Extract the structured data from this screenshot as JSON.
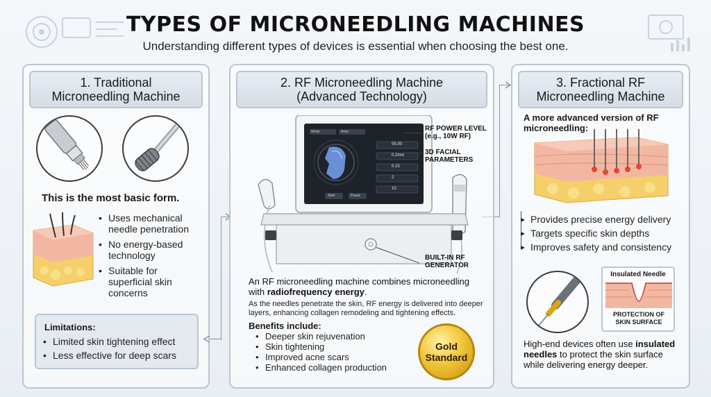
{
  "header": {
    "title": "TYPES OF MICRONEEDLING MACHINES",
    "subtitle": "Understanding different types of devices is essential when choosing the best one."
  },
  "traditional": {
    "title_line1": "1. Traditional",
    "title_line2": "Microneedling Machine",
    "lead": "This is the most basic form.",
    "features": [
      "Uses mechanical needle penetration",
      "No energy-based technology",
      "Suitable for superficial skin concerns"
    ],
    "limitations_title": "Limitations:",
    "limitations": [
      "Limited skin tightening effect",
      "Less effective for deep scars"
    ]
  },
  "rf": {
    "title_line1": "2. RF Microneedling Machine",
    "title_line2": "(Advanced Technology)",
    "callout_power": "RF POWER LEVEL (e.g., 10W RF)",
    "callout_3d": "3D FACIAL PARAMETERS",
    "callout_generator": "BUILT-IN RF GENERATOR",
    "screen": {
      "tab1": "Mode",
      "tab2": "Area",
      "value1": "55.00",
      "value2": "0.2mm",
      "value3": "0.15",
      "value4": "2",
      "value5": "10",
      "btn1": "Start",
      "btn2": "Pause"
    },
    "intro_plain": "An RF microneedling machine combines microneedling with ",
    "intro_bold": "radiofrequency energy",
    "intro_end": ".",
    "detail": "As the needles penetrate the skin, RF energy is delivered into deeper layers, enhancing collagen remodeling and tightening effects.",
    "benefits_title": "Benefits include:",
    "benefits": [
      "Deeper skin rejuvenation",
      "Skin tightening",
      "Improved acne scars",
      "Enhanced collagen production"
    ],
    "badge_line1": "Gold",
    "badge_line2": "Standard"
  },
  "fractional": {
    "title_line1": "3. Fractional RF",
    "title_line2": "Microneedling Machine",
    "lead": "A more advanced version of RF microneedling:",
    "features": [
      "Provides precise energy delivery",
      "Targets specific skin depths",
      "Improves safety and consistency"
    ],
    "insulated_label": "Insulated Needle",
    "protection_label": "PROTECTION OF SKIN SURFACE",
    "footer_plain1": "High-end devices often use ",
    "footer_bold": "insulated needles",
    "footer_plain2": " to protect the skin surface while delivering energy deeper."
  },
  "colors": {
    "panel_border": "#b9c6d3",
    "gold": "#d9a514",
    "skin": "#f2b7a3",
    "fat": "#f5d06a"
  }
}
